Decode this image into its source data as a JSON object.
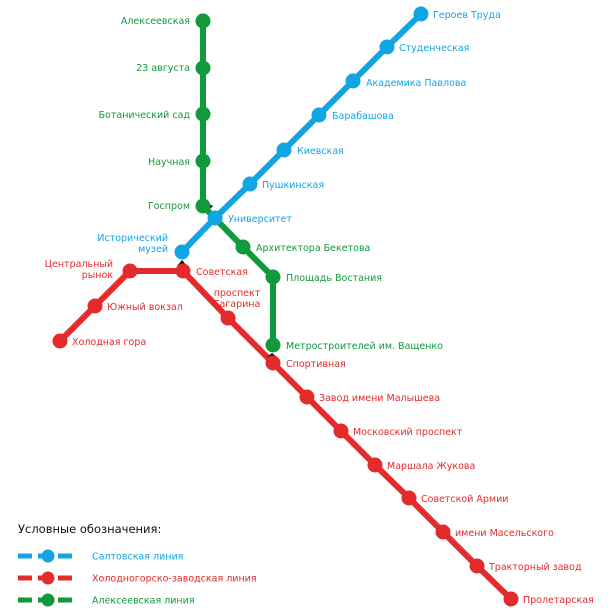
{
  "colors": {
    "blue": "#12a5e6",
    "red": "#e32b2b",
    "green": "#119a3c",
    "transfer": "#111111"
  },
  "lines": {
    "blue": {
      "name": "Салтовская линия",
      "stations": [
        "Героев Труда",
        "Студенческая",
        "Академика Павлова",
        "Барабашова",
        "Киевская",
        "Пушкинская",
        "Университет",
        "Исторический музей"
      ]
    },
    "red": {
      "name": "Холодногорско-заводская линия",
      "stations": [
        "Холодная гора",
        "Южный вокзал",
        "Центральный рынок",
        "Советская",
        "проспект Гагарина",
        "Спортивная",
        "Завод имени Малышева",
        "Московский проспект",
        "Маршала Жукова",
        "Советской Армии",
        "имени Масельского",
        "Тракторный завод",
        "Пролетарская"
      ]
    },
    "green": {
      "name": "Алексеевская линия",
      "stations": [
        "Алексеевская",
        "23 августа",
        "Ботанический сад",
        "Научная",
        "Госпром",
        "Архитектора Бекетова",
        "Площадь Востания",
        "Метростроителей им. Ващенко"
      ]
    }
  },
  "transfers": [
    [
      "Госпром",
      "Университет"
    ],
    [
      "Исторический музей",
      "Советская"
    ],
    [
      "Метростроителей им. Ващенко",
      "Спортивная"
    ]
  ],
  "legend": {
    "title": "Условные обозначения:",
    "items": [
      {
        "line": "blue",
        "label": "Салтовская линия"
      },
      {
        "line": "red",
        "label": "Холодногорско-заводская линия"
      },
      {
        "line": "green",
        "label": "Алексеевская линия"
      }
    ]
  }
}
